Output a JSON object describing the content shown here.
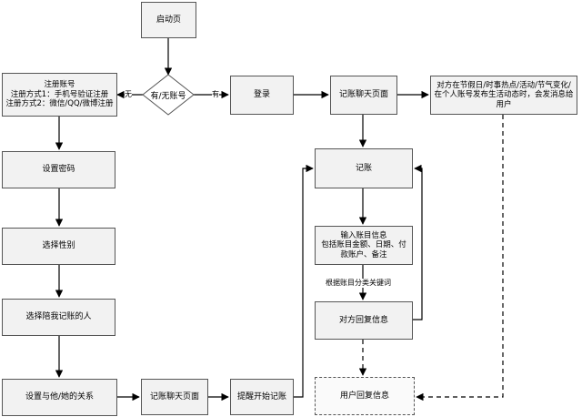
{
  "nodes": {
    "start": "启动页",
    "has_account": "有/无账号",
    "register": "注册账号\n注册方式1：手机号验证注册\n注册方式2：微信/QQ/微博注册",
    "set_password": "设置密码",
    "select_gender": "选择性别",
    "select_companion": "选择陪我记账的人",
    "set_relationship": "设置与他/她的关系",
    "chat_page_bottom": "记账聊天页面",
    "remind": "提醒开始记账",
    "login": "登录",
    "chat_page_top": "记账聊天页面",
    "notify": "对方在节假日/时事热点/活动/节气变化/在个人账号发布生活动态时，会发消息给用户",
    "accounting": "记账",
    "input_info": "输入账目信息\n包括账目金额、日期、付款账户、备注",
    "reply": "对方回复信息",
    "user_reply": "用户回复信息"
  },
  "edge_labels": {
    "no": "无",
    "yes": "有",
    "by_category": "根据账目分类关键词"
  }
}
